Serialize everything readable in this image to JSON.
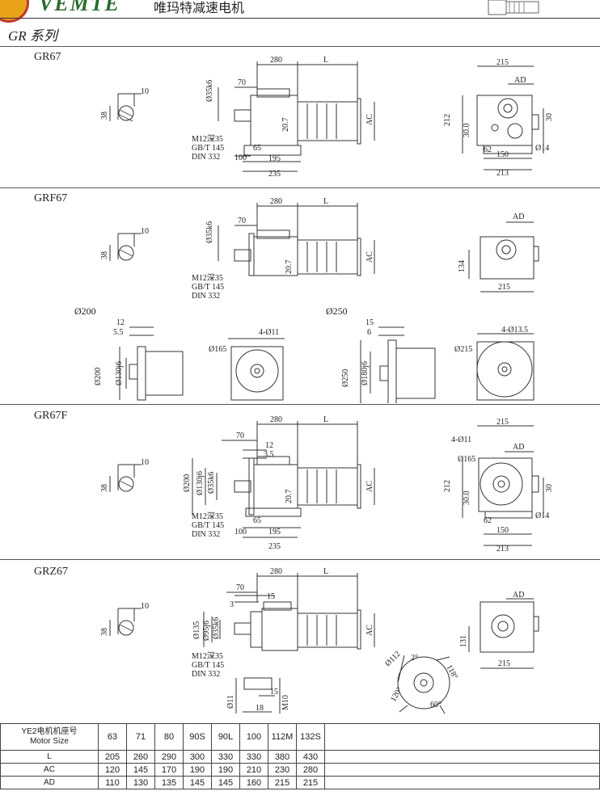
{
  "header": {
    "brand": "VEMTE",
    "company": "唯玛特减速电机",
    "series": "GR 系列"
  },
  "sections": [
    {
      "model": "GR67"
    },
    {
      "model": "GRF67"
    },
    {
      "model": "GR67F"
    },
    {
      "model": "GRZ67"
    }
  ],
  "dims": {
    "d280": "280",
    "L": "L",
    "d70": "70",
    "d35": "Ø35k6",
    "d207": "20.7",
    "d65": "65",
    "d100": "100",
    "d195": "195",
    "d235": "235",
    "bolt1": "M12深35",
    "bolt2": "GB/T 145",
    "bolt3": "DIN 332",
    "AC": "AC",
    "AD": "AD",
    "d215": "215",
    "d212": "212",
    "d30": "30",
    "d30b": "30.0",
    "d62": "62",
    "d150": "150",
    "d213": "213",
    "d14": "Ø14",
    "k10": "10",
    "k38": "38",
    "d134": "134",
    "d131": "131",
    "o200": "Ø200",
    "o250": "Ø250",
    "d12": "12",
    "d55": "5.5",
    "d15": "15",
    "d6": "6",
    "o130": "Ø130j6",
    "o180": "Ø180j6",
    "o165": "Ø165",
    "o215": "Ø215",
    "h11": "4-Ø11",
    "h135": "4-Ø13.5",
    "d35b": "3.5",
    "o135": "Ø135",
    "o95": "Ø95j6",
    "d3": "3",
    "d15b": "15",
    "o112": "Ø112",
    "a2": "2°",
    "a118": "118°",
    "a120": "120°",
    "a60": "60°",
    "o11": "Ø11",
    "d18": "18",
    "m10": "M10"
  },
  "table": {
    "header_line1": "YE2电机机座号",
    "header_line2": "Motor Size",
    "sizes": [
      "63",
      "71",
      "80",
      "90S",
      "90L",
      "100",
      "112M",
      "132S"
    ],
    "rows": [
      {
        "label": "L",
        "values": [
          "205",
          "260",
          "290",
          "300",
          "330",
          "330",
          "380",
          "430"
        ]
      },
      {
        "label": "AC",
        "values": [
          "120",
          "145",
          "170",
          "190",
          "190",
          "210",
          "230",
          "280"
        ]
      },
      {
        "label": "AD",
        "values": [
          "110",
          "130",
          "135",
          "145",
          "145",
          "160",
          "215",
          "215"
        ]
      }
    ]
  }
}
